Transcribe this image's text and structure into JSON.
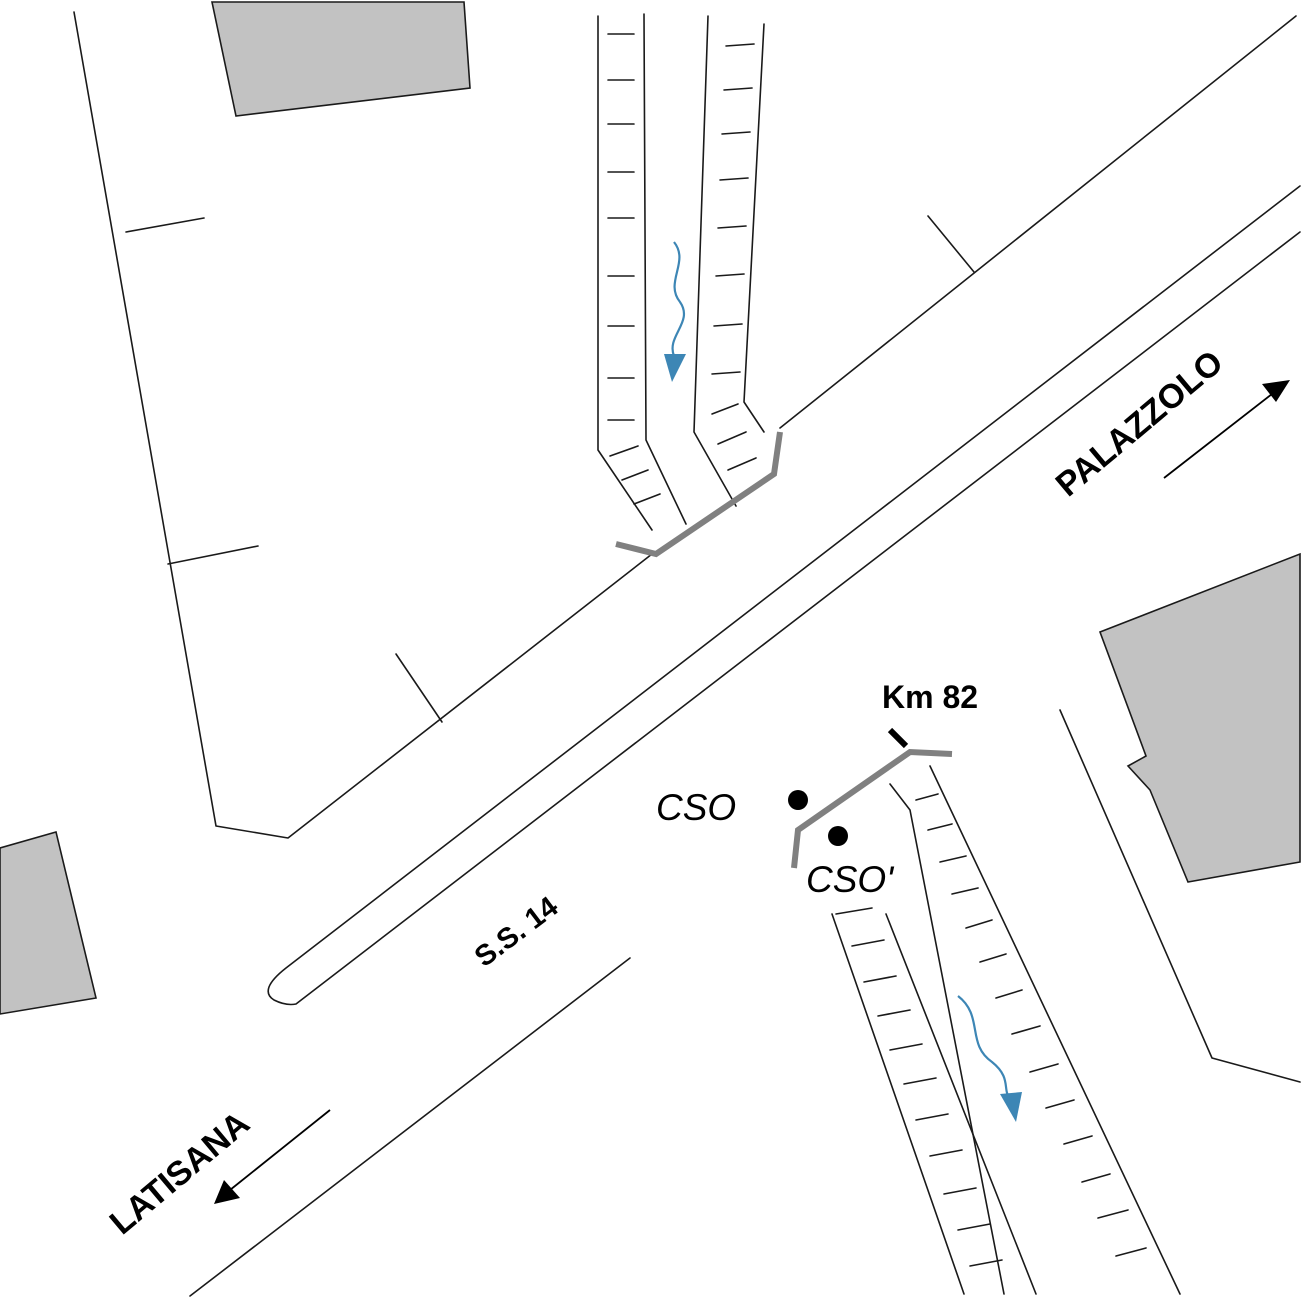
{
  "map": {
    "labels": {
      "road": "S.S. 14",
      "east_direction": "PALAZZOLO",
      "west_direction": "LATISANA",
      "kilometre_marker": "Km 82",
      "station_1": "CSO",
      "station_2": "CSO'"
    },
    "colors": {
      "building_fill": "#c2c2c2",
      "barrier": "#808080",
      "flow_arrow": "#3d86b5",
      "linework": "#1a1a1a"
    }
  }
}
